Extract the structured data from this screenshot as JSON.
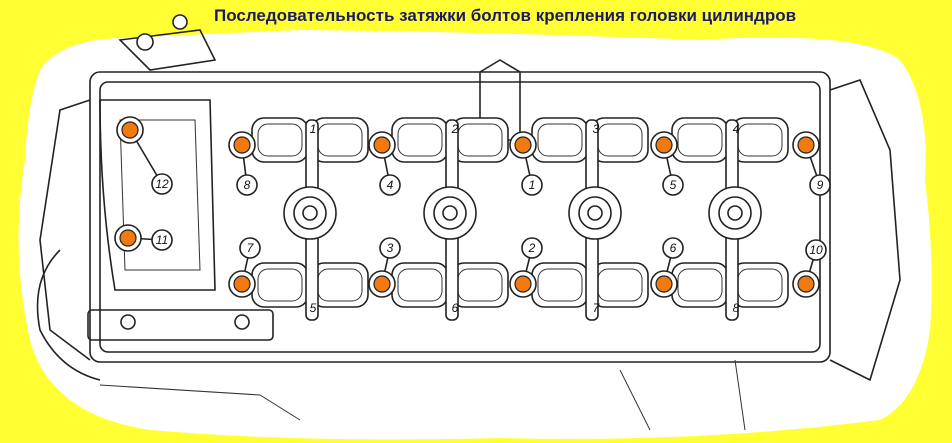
{
  "title": "Последовательность затяжки болтов крепления головки цилиндров",
  "colors": {
    "background": "#ffff33",
    "bolt": "#f07a10",
    "title": "#1a1a66"
  },
  "bolts": [
    {
      "label": "1",
      "order": 1
    },
    {
      "label": "2",
      "order": 2
    },
    {
      "label": "3",
      "order": 3
    },
    {
      "label": "4",
      "order": 4
    },
    {
      "label": "5",
      "order": 5
    },
    {
      "label": "6",
      "order": 6
    },
    {
      "label": "7",
      "order": 7
    },
    {
      "label": "8",
      "order": 8
    },
    {
      "label": "9",
      "order": 9
    },
    {
      "label": "10",
      "order": 10
    },
    {
      "label": "11",
      "order": 11
    },
    {
      "label": "12",
      "order": 12
    }
  ],
  "bearing_cap_labels": [
    "1",
    "2",
    "3",
    "4",
    "5",
    "6",
    "7",
    "8"
  ]
}
